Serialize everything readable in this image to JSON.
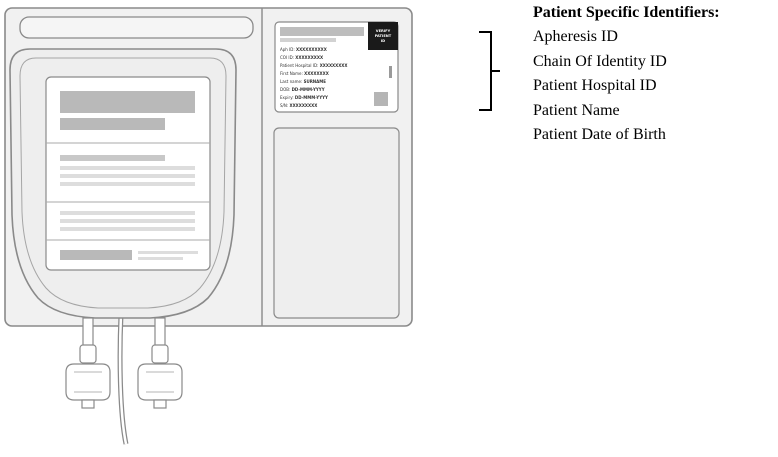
{
  "label_card": {
    "badge_lines": [
      "VERIFY",
      "PATIENT",
      "ID"
    ],
    "fields": [
      {
        "name": "Aph ID:",
        "value": "XXXXXXXXXX"
      },
      {
        "name": "COI ID:",
        "value": "XXXXXXXXX"
      },
      {
        "name": "Patient Hospital ID:",
        "value": "XXXXXXXXX"
      },
      {
        "name": "First Name:",
        "value": "XXXXXXXX"
      },
      {
        "name": "Last name:",
        "value": "SURNAME"
      },
      {
        "name": "DOB:",
        "value": "DD-MMM-YYYY"
      },
      {
        "name": "Expiry:",
        "value": "DD-MMM-YYYY"
      },
      {
        "name": "S/N:",
        "value": "XXXXXXXXX"
      }
    ]
  },
  "legend": {
    "title": "Patient Specific Identifiers:",
    "items": [
      "Apheresis ID",
      "Chain Of Identity ID",
      "Patient Hospital ID",
      "Patient Name",
      "Patient Date of Birth"
    ]
  }
}
